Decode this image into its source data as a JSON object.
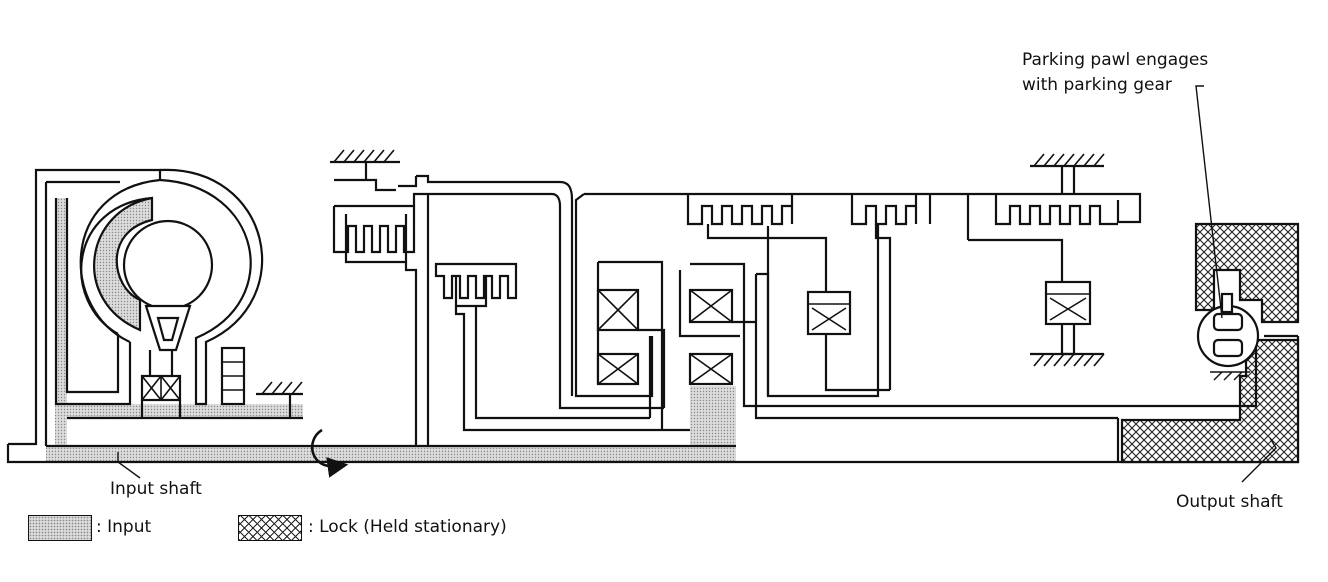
{
  "labels": {
    "parking_line1": "Parking pawl engages",
    "parking_line2": "with parking gear",
    "input_shaft": "Input shaft",
    "output_shaft": "Output shaft"
  },
  "legend": [
    {
      "swatch": "input",
      "text": ": Input"
    },
    {
      "swatch": "lock",
      "text": ": Lock (Held stationary)"
    }
  ],
  "colors": {
    "line": "#111111",
    "input_fill": "#d9d9d9",
    "lock_hatch": "#222222",
    "background": "#ffffff"
  }
}
